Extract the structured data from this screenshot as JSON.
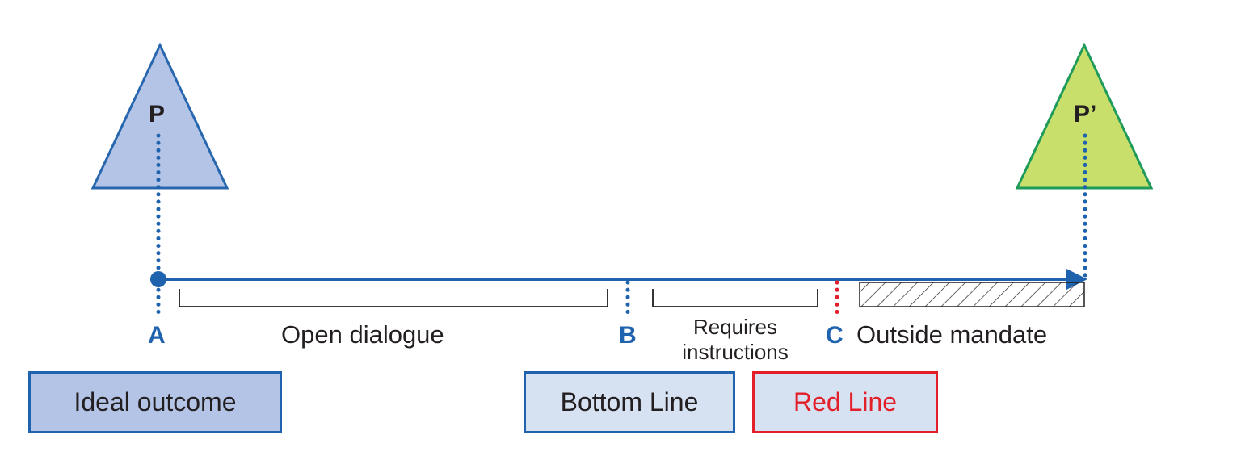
{
  "diagram": {
    "parties": {
      "p": {
        "label": "P",
        "fill": "#b4c4e6",
        "stroke": "#2867ae"
      },
      "p_prime": {
        "label": "P’",
        "fill": "#c8df6b",
        "stroke": "#1e9b5a"
      }
    },
    "points": {
      "a": {
        "label": "A",
        "color": "#1f62ad"
      },
      "b": {
        "label": "B",
        "color": "#1f62ad"
      },
      "c": {
        "label": "C",
        "color": "#1f62ad"
      }
    },
    "zones": {
      "open_dialogue": "Open dialogue",
      "requires_instructions": [
        "Requires",
        "instructions"
      ],
      "outside_mandate": "Outside mandate"
    },
    "boxes": {
      "ideal_outcome": {
        "label": "Ideal outcome",
        "fill": "#b4c4e6",
        "border": "#1f62ad",
        "text_color": "#231f20"
      },
      "bottom_line": {
        "label": "Bottom Line",
        "fill": "#d6e1f2",
        "border": "#1f62ad",
        "text_color": "#231f20"
      },
      "red_line": {
        "label": "Red Line",
        "fill": "#d6e1f2",
        "border": "#e3202a",
        "text_color": "#e3202a"
      }
    },
    "colors": {
      "axis": "#1f62ad",
      "red_marker": "#e3202a",
      "bracket": "#231f20"
    }
  }
}
